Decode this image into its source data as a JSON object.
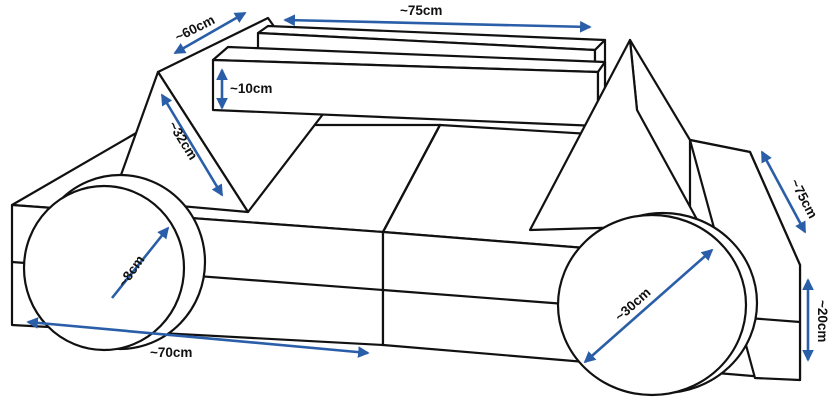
{
  "colors": {
    "outline": "#111111",
    "dimension": "#2a5ea8",
    "background": "#ffffff"
  },
  "dimensions": {
    "top_length": "~75cm",
    "arm_depth": "~60cm",
    "thickness": "~10cm",
    "wedge_side": "~32cm",
    "wheel_thickness": "~8cm",
    "base_length": "~70cm",
    "wheel_diameter": "~30cm",
    "base_depth": "~75cm",
    "base_height": "~20cm"
  }
}
